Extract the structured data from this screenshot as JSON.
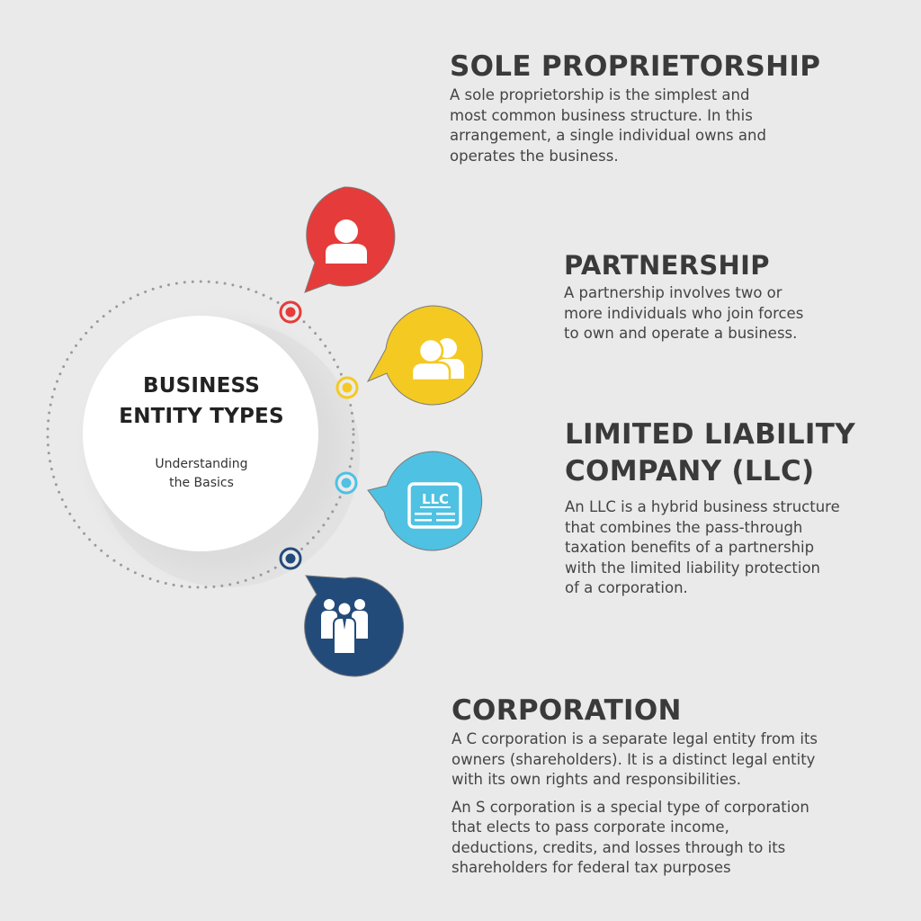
{
  "hub": {
    "title_line1": "BUSINESS",
    "title_line2": "ENTITY TYPES",
    "subtitle_line1": "Understanding",
    "subtitle_line2": "the Basics"
  },
  "colors": {
    "background": "#eaeaea",
    "red": "#e53b3a",
    "yellow": "#f4c922",
    "blue": "#4fc1e3",
    "navy": "#234b7a",
    "text": "#3a3a3a"
  },
  "entities": [
    {
      "key": "sole_proprietorship",
      "title": "SOLE PROPRIETORSHIP",
      "icon": "single-person-icon",
      "color": "#e53b3a",
      "description": [
        "A sole proprietorship is the simplest and",
        "most common business structure. In this",
        "arrangement, a single individual owns and",
        "operates the business."
      ]
    },
    {
      "key": "partnership",
      "title": "PARTNERSHIP",
      "icon": "two-people-icon",
      "color": "#f4c922",
      "description": [
        "A partnership involves two or",
        "more individuals who join forces",
        "to own and operate a business."
      ]
    },
    {
      "key": "llc",
      "title_line1": "LIMITED LIABILITY",
      "title_line2": "COMPANY (LLC)",
      "icon": "llc-document-icon",
      "icon_label": "LLC",
      "color": "#4fc1e3",
      "description": [
        "An LLC is a hybrid business structure",
        "that combines the pass-through",
        "taxation benefits of a partnership",
        "with the limited liability protection",
        "of a corporation."
      ]
    },
    {
      "key": "corporation",
      "title": "CORPORATION",
      "icon": "group-of-people-icon",
      "color": "#234b7a",
      "paragraph1": [
        "A C corporation is a separate legal entity from its",
        "owners (shareholders). It is a distinct legal entity",
        "with its own rights and responsibilities."
      ],
      "paragraph2": [
        "An S corporation is a special type of corporation",
        "that elects to pass corporate income,",
        "deductions, credits, and losses through to its",
        "shareholders for federal tax purposes"
      ]
    }
  ]
}
